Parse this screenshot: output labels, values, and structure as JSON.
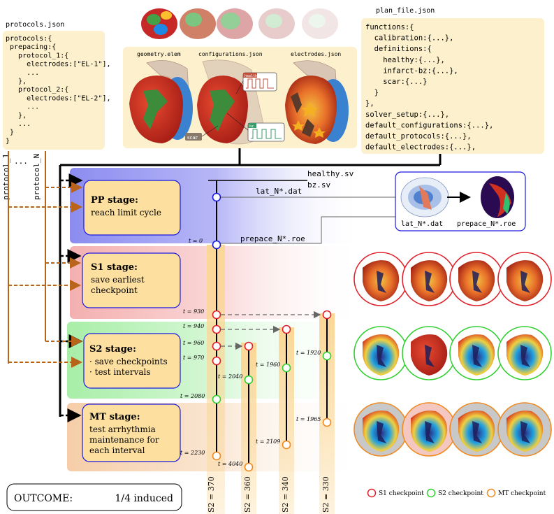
{
  "protocols_file": {
    "filename": "protocols.json",
    "lines": [
      "protocols:{",
      " prepacing:{",
      "   protocol_1:{",
      "     electrodes:[\"EL-1\"],",
      "     ...",
      "   },",
      "   protocol_2:{",
      "     electrodes:[\"EL-2\"],",
      "     ...",
      "   },",
      "   ...",
      " }",
      "}"
    ],
    "side_labels": [
      "protocol_1",
      "...",
      "protocol_N"
    ]
  },
  "plan_file": {
    "filename": "plan_file.json",
    "lines": [
      "functions:{",
      "  calibration:{...},",
      "  definitions:{",
      "    healthy:{...},",
      "    infarct-bz:{...},",
      "    scar:{...}",
      "  }",
      "},",
      "solver_setup:{...},",
      "default_configurations:{...},",
      "default_protocols:{...},",
      "default_electrodes:{...},"
    ]
  },
  "model_panel": {
    "labels": [
      "geometry.elem",
      "configurations.json",
      "electrodes.json"
    ],
    "tags": [
      "healthy",
      "bz",
      "scar"
    ]
  },
  "stages": [
    {
      "title": "PP stage:",
      "desc": [
        "reach limit cycle"
      ],
      "color": "#8080ee"
    },
    {
      "title": "S1 stage:",
      "desc": [
        "save earliest",
        "checkpoint"
      ],
      "color": "#f4a5a5"
    },
    {
      "title": "S2 stage:",
      "desc": [
        "· save checkpoints",
        "· test intervals"
      ],
      "color": "#a0eea0"
    },
    {
      "title": "MT stage:",
      "desc": [
        "test arrhythmia",
        "maintenance for",
        "each interval"
      ],
      "color": "#f5c8a0"
    }
  ],
  "files": {
    "healthy_sv": "healthy.sv",
    "bz_sv": "bz.sv",
    "lat": "lat_N*.dat",
    "prepace": "prepace_N*.roe",
    "inset_lat": "lat_N*.dat",
    "inset_prepace": "prepace_N*.roe"
  },
  "time_labels": {
    "main": [
      "t = 0",
      "t = 930",
      "t = 940",
      "t = 960",
      "t = 970",
      "t = 2080",
      "t = 2230"
    ],
    "col2": [
      "t = 2040",
      "t = 4040"
    ],
    "col3": [
      "t = 1960",
      "t = 2109"
    ],
    "col4": [
      "t = 1920",
      "t = 1965"
    ]
  },
  "s2_labels": [
    "S2 = 370",
    "S2 = 360",
    "S2 = 340",
    "S2 = 330"
  ],
  "outcome": {
    "label": "OUTCOME:",
    "value": "1/4 induced"
  },
  "legend": [
    "S1 checkpoint",
    "S2 checkpoint",
    "MT checkpoint"
  ],
  "colors": {
    "s1": "#e0202a",
    "s2": "#30d030",
    "mt": "#f08a20",
    "pp": "#1a1ae0",
    "file_bg": "#fdf0cc",
    "stage_box": "#fddfa0",
    "arrow": "#b8641a"
  }
}
